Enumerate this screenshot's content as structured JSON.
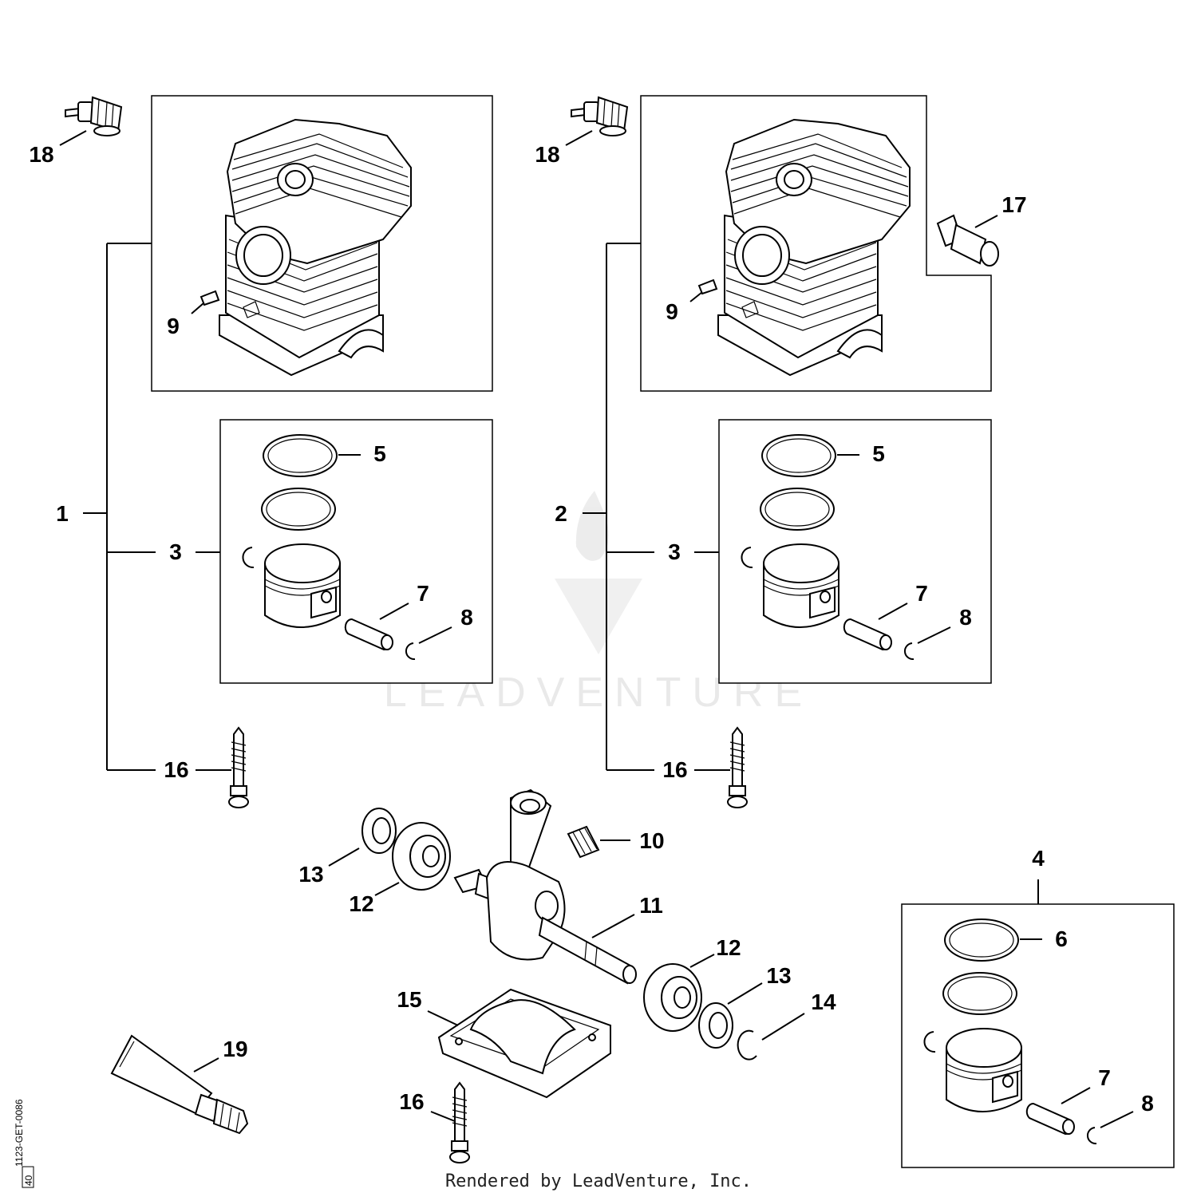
{
  "labels": {
    "l1": "1",
    "l2": "2",
    "l3a": "3",
    "l3b": "3",
    "l4": "4",
    "l5a": "5",
    "l5b": "5",
    "l6": "6",
    "l7a": "7",
    "l7b": "7",
    "l7c": "7",
    "l8a": "8",
    "l8b": "8",
    "l8c": "8",
    "l9a": "9",
    "l9b": "9",
    "l10": "10",
    "l11": "11",
    "l12a": "12",
    "l12b": "12",
    "l13a": "13",
    "l13b": "13",
    "l14": "14",
    "l15": "15",
    "l16a": "16",
    "l16b": "16",
    "l16c": "16",
    "l17": "17",
    "l18a": "18",
    "l18b": "18",
    "l19": "19"
  },
  "watermark": "LEADVENTURE",
  "footer": "Rendered by LeadVenture, Inc.",
  "drawing_code": "1123-GET-0086",
  "drawing_sub": "40"
}
